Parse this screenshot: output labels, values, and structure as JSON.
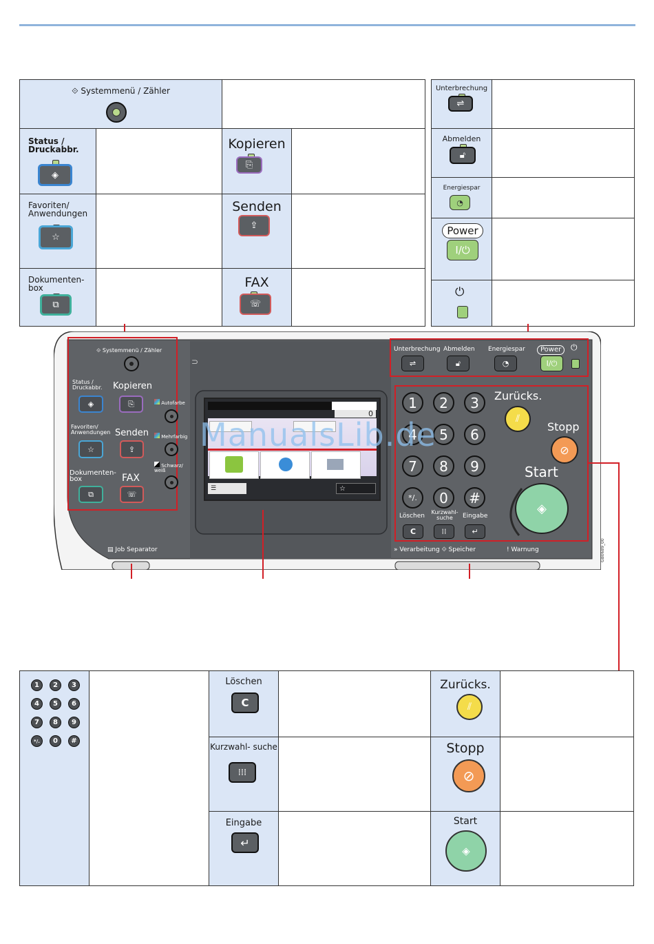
{
  "watermark": "ManualsLib.de",
  "top_left": {
    "systemmenu": "Systemmenü / Zähler",
    "status": "Status / Druckabbr.",
    "favoriten": "Favoriten/ Anwendungen",
    "dokumentenbox": "Dokumenten- box",
    "kopieren": "Kopieren",
    "senden": "Senden",
    "fax": "FAX"
  },
  "top_right": {
    "unterbrechung": "Unterbrechung",
    "abmelden": "Abmelden",
    "energiespar": "Energiespar",
    "power": "Power",
    "power_key": "I/⏻"
  },
  "panel": {
    "systemmenu": "Systemmenü / Zähler",
    "status": "Status / Druckabbr.",
    "kopieren": "Kopieren",
    "favoriten": "Favoriten/ Anwendungen",
    "senden": "Senden",
    "dokumentenbox": "Dokumenten- box",
    "fax": "FAX",
    "autofarbe": "Autofarbe",
    "mehrfarbig": "Mehrfarbig",
    "schwarzweiss": "Schwarz/ weiß",
    "job_separator": "Job Separator",
    "unterbrechung": "Unterbrechung",
    "abmelden": "Abmelden",
    "energiespar": "Energiespar",
    "power": "Power",
    "zuruecks": "Zurücks.",
    "stopp": "Stopp",
    "start": "Start",
    "loeschen": "Löschen",
    "kurzwahl": "Kurzwahl- suche",
    "eingabe": "Eingabe",
    "verarbeitung": "Verarbeitung",
    "speicher": "Speicher",
    "warnung": "Warnung",
    "screen_count": "0",
    "code": "GB0689_00",
    "keys": [
      "1",
      "2",
      "3",
      "4",
      "5",
      "6",
      "7",
      "8",
      "9",
      "*/.",
      "0",
      "#"
    ]
  },
  "bottom": {
    "keys": [
      "1",
      "2",
      "3",
      "4",
      "5",
      "6",
      "7",
      "8",
      "9",
      "*/.",
      "0",
      "#"
    ],
    "loeschen": "Löschen",
    "loeschen_key": "C",
    "kurzwahl": "Kurzwahl- suche",
    "eingabe": "Eingabe",
    "zuruecks": "Zurücks.",
    "stopp": "Stopp",
    "start": "Start"
  },
  "colors": {
    "cell_blue": "#dbe6f6",
    "accent_red": "#d21f26",
    "panel_gray": "#5f6266",
    "led_green": "#b9d98c",
    "start_green": "#8fd3a8",
    "stop_orange": "#f39a55",
    "reset_yellow": "#f4dc4a"
  }
}
